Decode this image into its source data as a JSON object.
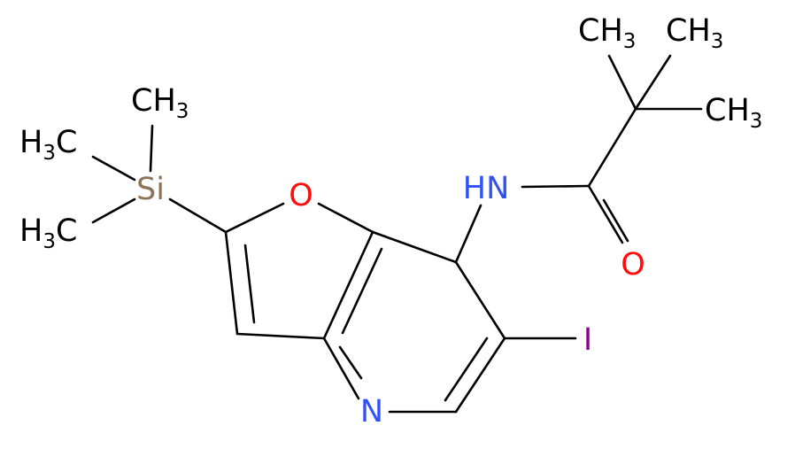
{
  "molecule": {
    "atoms": {
      "si": "Si",
      "o_ring": "O",
      "o_carbonyl": "O",
      "nh": "HN",
      "n_pyridine": "N",
      "iodine": "I",
      "ch3_si_top": {
        "main": "CH",
        "sub": "3"
      },
      "ch3_si_left_upper": {
        "pre": "H",
        "sub": "3",
        "main": "C"
      },
      "ch3_si_left_lower": {
        "pre": "H",
        "sub": "3",
        "main": "C"
      },
      "ch3_tbu_left": {
        "main": "CH",
        "sub": "3"
      },
      "ch3_tbu_right_top": {
        "main": "CH",
        "sub": "3"
      },
      "ch3_tbu_right": {
        "main": "CH",
        "sub": "3"
      }
    },
    "colors": {
      "bond": "#000000",
      "carbon_label": "#000000",
      "silicon": "#8c7358",
      "oxygen": "#ff0d0d",
      "nitrogen": "#3050f8",
      "iodine": "#940094"
    }
  }
}
